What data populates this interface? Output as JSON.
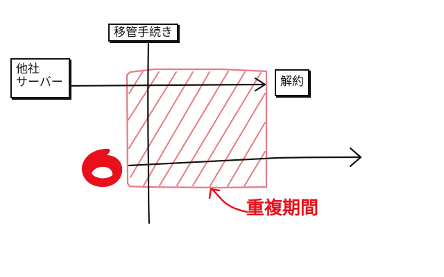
{
  "diagram": {
    "old_server_label_line1": "他社",
    "old_server_label_line2": "サーバー",
    "transfer_label": "移管手続き",
    "cancel_label": "解約",
    "overlap_label": "重複期間",
    "colors": {
      "ink": "#111111",
      "highlight": "#e8101b",
      "hatch": "#e87a82"
    },
    "icons": {
      "logo": "red-flame-logo-icon"
    }
  }
}
